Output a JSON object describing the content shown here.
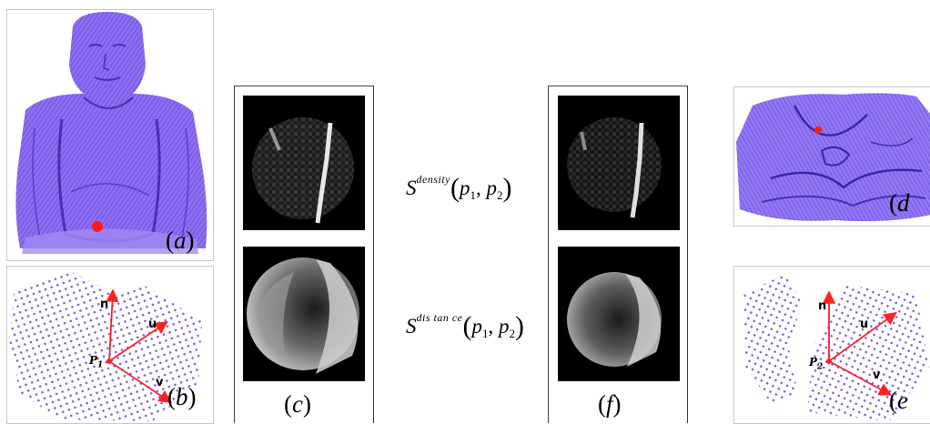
{
  "panels": {
    "a": {
      "caption": "a"
    },
    "b": {
      "caption": "b",
      "labels": {
        "normal": "n",
        "u_axis": "u",
        "v_axis": "v",
        "point": "P",
        "point_sub": "1"
      }
    },
    "c": {
      "caption": "c"
    },
    "d": {
      "caption": "d"
    },
    "e": {
      "caption": "e",
      "labels": {
        "normal": "n",
        "u_axis": "u",
        "v_axis": "v",
        "point": "P",
        "point_sub": "2"
      }
    },
    "f": {
      "caption": "f"
    }
  },
  "formulas": {
    "density": {
      "symbol": "S",
      "superscript": "density",
      "p1": "p",
      "p1_sub": "1",
      "p2": "p",
      "p2_sub": "2"
    },
    "distance": {
      "symbol": "S",
      "superscript": "dis tan ce",
      "p1": "p",
      "p1_sub": "1",
      "p2": "p",
      "p2_sub": "2"
    }
  },
  "colors": {
    "point_cloud": "#7a5ae6",
    "keypoint": "#ff1a1a",
    "arrow": "#ff2222",
    "map_background": "#000000"
  }
}
